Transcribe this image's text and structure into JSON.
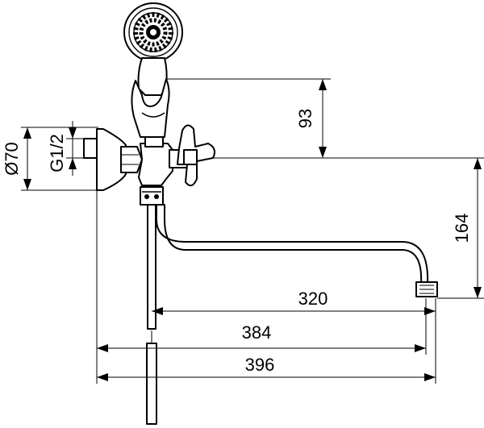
{
  "dimensions": {
    "d70": "Ø70",
    "g12": "G1/2",
    "h93": "93",
    "h164": "164",
    "w320": "320",
    "w384": "384",
    "w396": "396"
  },
  "colors": {
    "line": "#000000",
    "background": "#ffffff"
  }
}
